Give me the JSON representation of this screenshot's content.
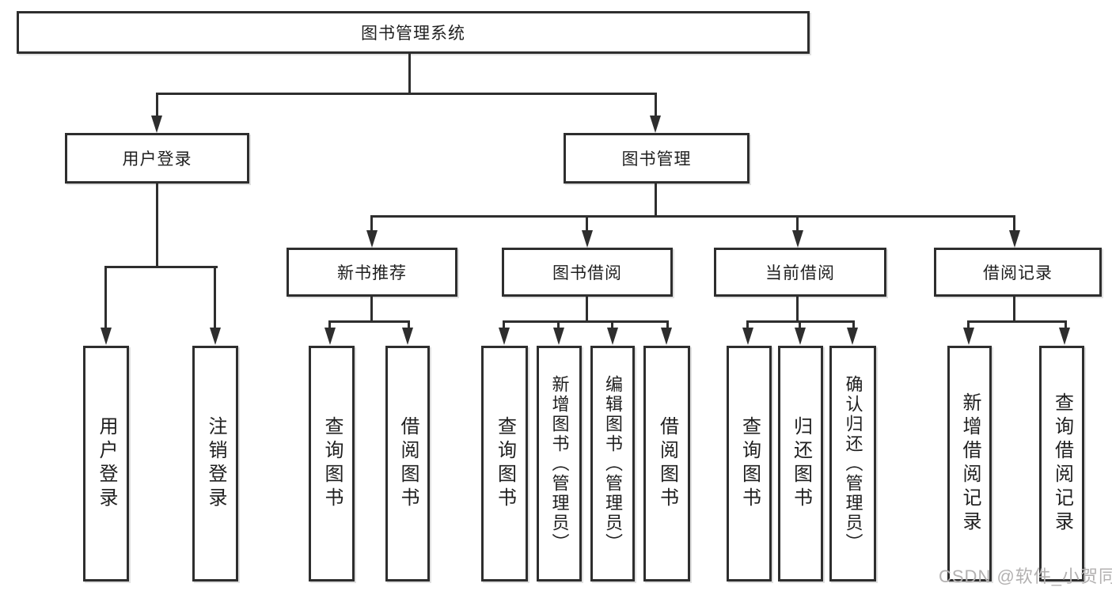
{
  "title": {
    "label": "图书管理系统"
  },
  "level2": {
    "user_login": "用户登录",
    "book_mgmt": "图书管理"
  },
  "level3": {
    "new_books": "新书推荐",
    "book_borrow": "图书借阅",
    "current_borrow": "当前借阅",
    "borrow_records": "借阅记录"
  },
  "leaves": {
    "user_login": [
      "用户登录",
      "注销登录"
    ],
    "new_books": [
      "查询图书",
      "借阅图书"
    ],
    "book_borrow": [
      "查询图书",
      "新增图书（管理员）",
      "编辑图书（管理员）",
      "借阅图书"
    ],
    "current_borrow": [
      "查询图书",
      "归还图书",
      "确认归还（管理员）"
    ],
    "borrow_records": [
      "新增借阅记录",
      "查询借阅记录"
    ]
  },
  "watermark": "CSDN @软件_小贺同学",
  "colors": {
    "line": "#2e2e2e",
    "text": "#1f1f1f",
    "watermark": "#b3b1b1",
    "background": "#ffffff"
  }
}
